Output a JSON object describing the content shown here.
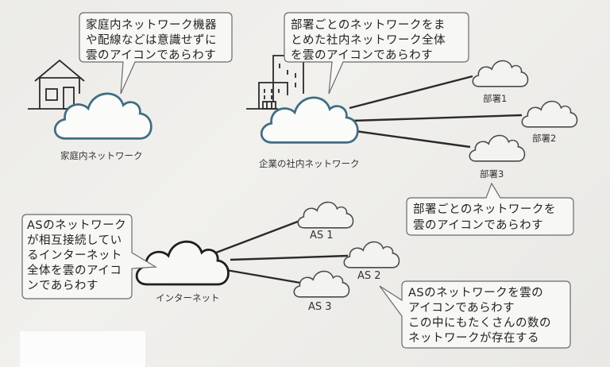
{
  "diagram": {
    "home": {
      "label": "家庭内ネットワーク",
      "callout": [
        "家庭内ネットワーク機器",
        "や配線などは意識せずに",
        "雲のアイコンであらわす"
      ]
    },
    "corporate": {
      "label": "企業の社内ネットワーク",
      "callout": [
        "部署ごとのネットワークをま",
        "とめた社内ネットワーク全体",
        "を雲のアイコンであらわす"
      ],
      "departments": [
        "部署1",
        "部署2",
        "部署3"
      ],
      "dept_callout": [
        "部署ごとのネットワークを",
        "雲のアイコンであらわす"
      ]
    },
    "internet": {
      "label": "インターネット",
      "callout": [
        "ASのネットワーク",
        "が相互接続してい",
        "るインターネット",
        "全体を雲のアイコ",
        "ンであらわす"
      ],
      "as_nodes": [
        "AS 1",
        "AS 2",
        "AS 3"
      ],
      "as_callout": [
        "ASのネットワークを雲の",
        "アイコンであらわす",
        "この中にもたくさんの数の",
        "ネットワークが存在する"
      ]
    },
    "colors": {
      "cloud_outline_blue": "#3f6d82",
      "cloud_outline_black": "#1f1f1f",
      "line": "#2a2a2a"
    }
  }
}
